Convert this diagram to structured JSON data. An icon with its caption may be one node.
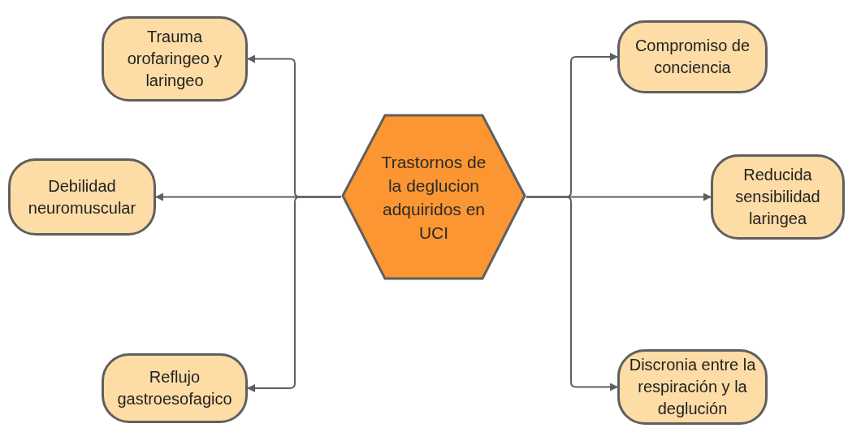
{
  "diagram": {
    "nodes": [
      {
        "text": [
          "Trastornos de la deglucion adquiridos en UCI"
        ]
      },
      {
        "text": [
          "Trauma orofaringeo y laringeo"
        ]
      },
      {
        "text": [
          "Debilidad neuromuscular"
        ]
      },
      {
        "text": [
          "Reflujo gastroesofagico"
        ]
      },
      {
        "text": [
          "Compromiso de conciencia"
        ]
      },
      {
        "text": [
          "Reducida sensibilidad laringea"
        ]
      },
      {
        "text": [
          "Discronia entre la respiración y la deglución"
        ]
      }
    ],
    "edges": [
      {
        "from": 0,
        "to": 1,
        "arrow": "to"
      },
      {
        "from": 0,
        "to": 2,
        "arrow": "to"
      },
      {
        "from": 0,
        "to": 3,
        "arrow": "to"
      },
      {
        "from": 0,
        "to": 4,
        "arrow": "to"
      },
      {
        "from": 0,
        "to": 5,
        "arrow": "to"
      },
      {
        "from": 0,
        "to": 6,
        "arrow": "to"
      }
    ]
  }
}
